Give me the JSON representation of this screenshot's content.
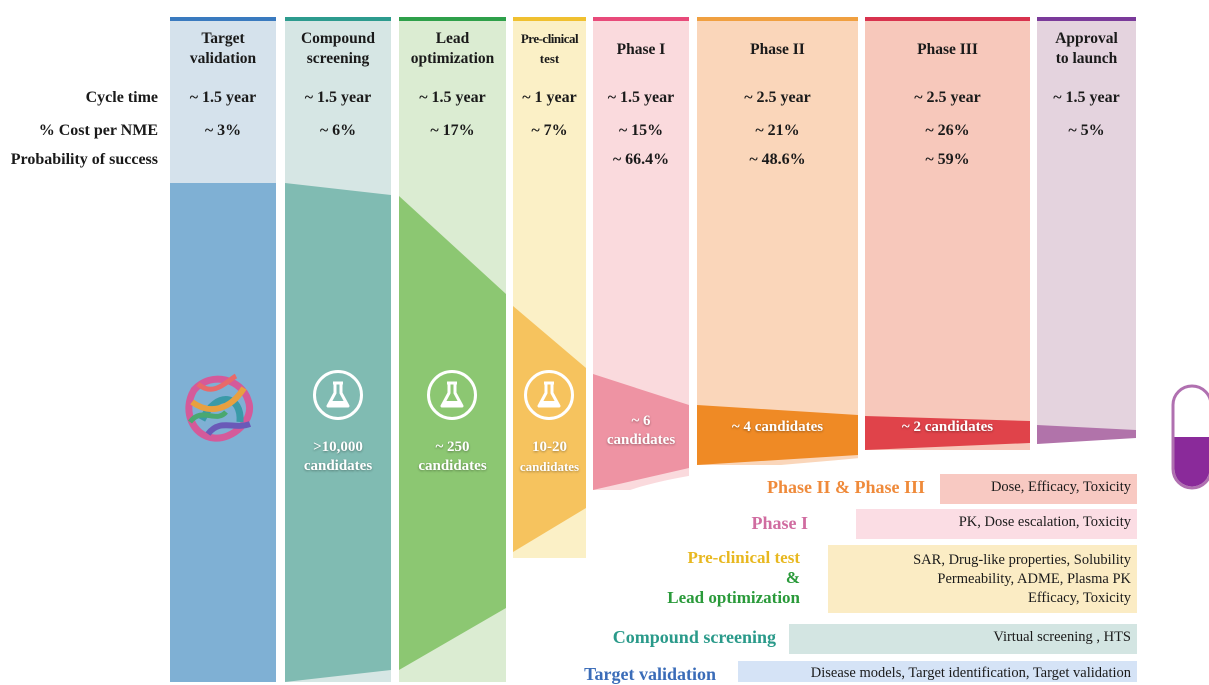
{
  "stages": [
    {
      "key": "target",
      "line1": "Target",
      "line2": "validation",
      "cycle": "~ 1.5 year",
      "cost": "~ 3%",
      "prob": "",
      "cand1": "",
      "cand2": "",
      "top": "#3a7abf",
      "light": "#d5e2ec",
      "dark": "#7fb0d4"
    },
    {
      "key": "compound",
      "line1": "Compound",
      "line2": "screening",
      "cycle": "~ 1.5 year",
      "cost": "~ 6%",
      "prob": "",
      "cand1": ">10,000",
      "cand2": "candidates",
      "top": "#2d9b8e",
      "light": "#d6e6e4",
      "dark": "#80bbb2"
    },
    {
      "key": "lead",
      "line1": "Lead",
      "line2": "optimization",
      "cycle": "~ 1.5 year",
      "cost": "~ 17%",
      "prob": "",
      "cand1": "~ 250",
      "cand2": "candidates",
      "top": "#2ea04a",
      "light": "#dbecd2",
      "dark": "#8cc772"
    },
    {
      "key": "preclinical",
      "line1": "Pre-clinical",
      "line2": "test",
      "cycle": "~ 1 year",
      "cost": "~ 7%",
      "prob": "",
      "cand1": "10-20",
      "cand2": "candidates",
      "top": "#f0c030",
      "light": "#fbf0c6",
      "dark": "#f6c35e"
    },
    {
      "key": "phase1",
      "line1": "Phase I",
      "line2": "",
      "cycle": "~ 1.5 year",
      "cost": "~ 15%",
      "prob": "~ 66.4%",
      "cand1": "~ 6",
      "cand2": "candidates",
      "top": "#e84a7a",
      "light": "#fadadd",
      "dark": "#ee93a3"
    },
    {
      "key": "phase2",
      "line1": "Phase II",
      "line2": "",
      "cycle": "~ 2.5 year",
      "cost": "~ 21%",
      "prob": "~ 48.6%",
      "cand1": "~ 4 candidates",
      "cand2": "",
      "top": "#f0a040",
      "light": "#fad6ba",
      "dark": "#ef8a25"
    },
    {
      "key": "phase3",
      "line1": "Phase III",
      "line2": "",
      "cycle": "~ 2.5 year",
      "cost": "~ 26%",
      "prob": "~ 59%",
      "cand1": "~ 2 candidates",
      "cand2": "",
      "top": "#d8324e",
      "light": "#f7c8bb",
      "dark": "#e0434a"
    },
    {
      "key": "approval",
      "line1": "Approval",
      "line2": "to launch",
      "cycle": "~ 1.5 year",
      "cost": "~ 5%",
      "prob": "",
      "cand1": "",
      "cand2": "",
      "top": "#7a3a9a",
      "light": "#e4d3de",
      "dark": "#b173aa"
    }
  ],
  "rows": {
    "cycle": "Cycle time",
    "cost": "% Cost per NME",
    "prob": "Probability of success"
  },
  "legend": [
    {
      "key": "phase23",
      "title": "Phase II & Phase III",
      "title_color": "#ef8a3a",
      "desc1": "Dose, Efficacy, Toxicity",
      "desc2": "",
      "desc3": "",
      "box": "#f8c9c2"
    },
    {
      "key": "phase1",
      "title": "Phase I",
      "title_color": "#d06ca0",
      "desc1": "PK, Dose escalation, Toxicity",
      "desc2": "",
      "desc3": "",
      "box": "#fbdde4"
    },
    {
      "key": "preclin",
      "title": "Pre-clinical test",
      "title2": "&",
      "title3": "Lead optimization",
      "title_color": "#e8b820",
      "title3_color": "#2a9a3a",
      "desc1": "SAR, Drug-like properties, Solubility",
      "desc2": "Permeability, ADME, Plasma PK",
      "desc3": "Efficacy, Toxicity",
      "box": "#fbecc4"
    },
    {
      "key": "compound",
      "title": "Compound screening",
      "title_color": "#2a9a8a",
      "desc1": "Virtual screening , HTS",
      "desc2": "",
      "desc3": "",
      "box": "#d3e5e2"
    },
    {
      "key": "target",
      "title": "Target validation",
      "title_color": "#3a6cb8",
      "desc1": "Disease models, Target identification, Target validation",
      "desc2": "",
      "desc3": "",
      "box": "#d5e3f6"
    }
  ],
  "icons": {
    "flask": "flask-icon",
    "protein": "protein-structure-icon",
    "capsule": "capsule-icon"
  }
}
